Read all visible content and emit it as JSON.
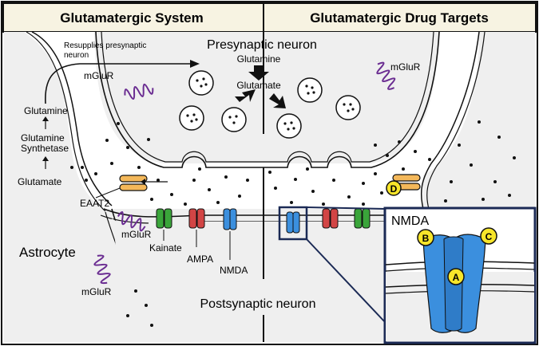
{
  "header": {
    "left_title": "Glutamatergic System",
    "right_title": "Glutamatergic Drug Targets"
  },
  "presynaptic": {
    "label": "Presynaptic neuron",
    "glutamine": "Glutamine",
    "glutamate": "Glutamate"
  },
  "postsynaptic": {
    "label": "Postsynaptic neuron"
  },
  "astrocyte": {
    "label": "Astrocyte",
    "resupply": [
      "Resupplies presynaptic",
      "neuron"
    ],
    "glutamine": "Glutamine",
    "synthetase": [
      "Glutamine",
      "Synthetase"
    ],
    "glutamate": "Glutamate",
    "eaat2": "EAAT2"
  },
  "receptors": {
    "mglur": "mGluR",
    "kainate": "Kainate",
    "ampa": "AMPA",
    "nmda": "NMDA"
  },
  "inset": {
    "title": "NMDA",
    "site_a": "A",
    "site_b": "B",
    "site_c": "C"
  },
  "targets": {
    "site_d": "D"
  },
  "colors": {
    "cell_fill": "#efefef",
    "header_fill": "#f7f3e2",
    "mglur": "#6a2c91",
    "eaat2": "#f4b85a",
    "kainate": "#3aa53a",
    "ampa": "#d24545",
    "nmda": "#3b8fde",
    "target_circle": "#f7e52a",
    "inset_border": "#1b2a55"
  }
}
